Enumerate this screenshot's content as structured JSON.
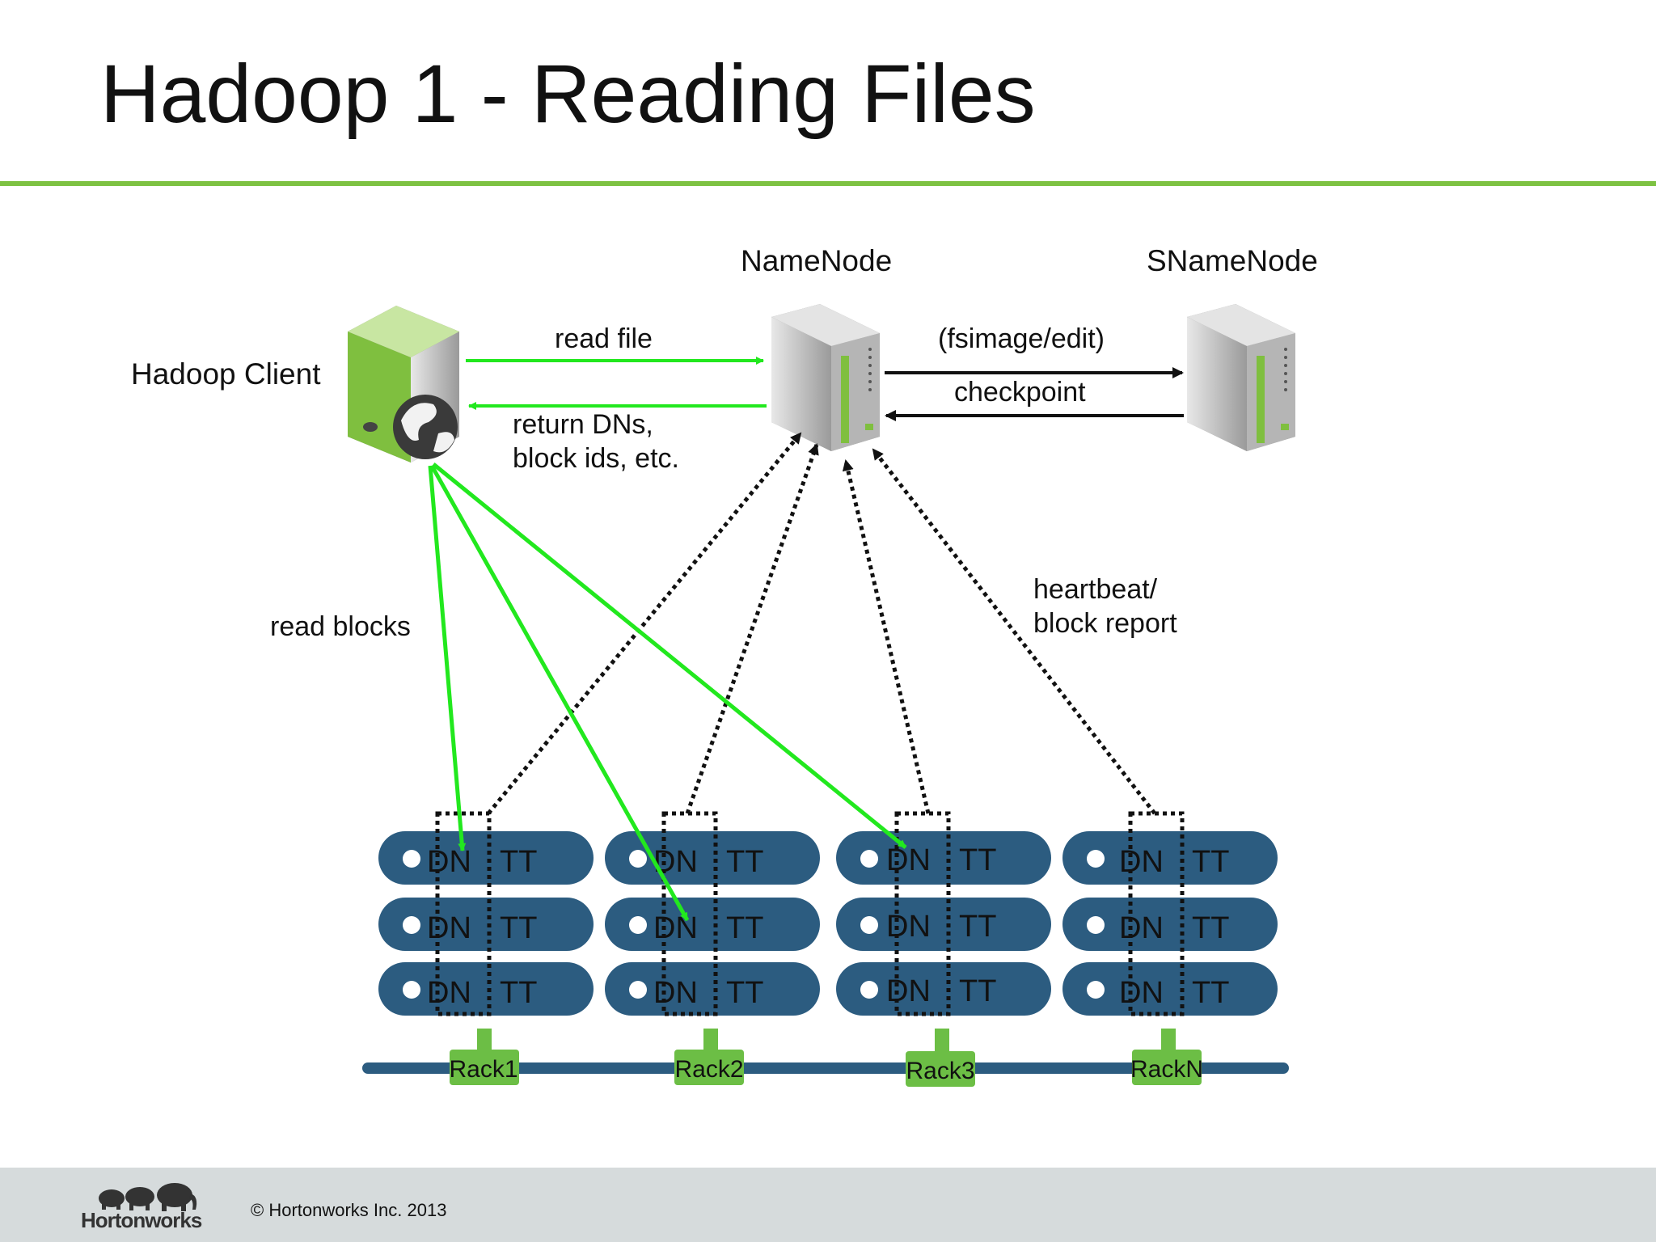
{
  "title": "Hadoop 1 - Reading Files",
  "nodes": {
    "namenode": "NameNode",
    "snamenode": "SNameNode",
    "client": "Hadoop Client"
  },
  "edges": {
    "read_file": "read file",
    "return_dns_1": "return DNs,",
    "return_dns_2": "block ids, etc.",
    "fsimage": "(fsimage/edit)",
    "checkpoint": "checkpoint",
    "read_blocks": "read blocks",
    "heartbeat_1": "heartbeat/",
    "heartbeat_2": "block report"
  },
  "racks": [
    {
      "name": "Rack1",
      "rows": [
        [
          "DN",
          "TT"
        ],
        [
          "DN",
          "TT"
        ],
        [
          "DN",
          "TT"
        ]
      ]
    },
    {
      "name": "Rack2",
      "rows": [
        [
          "DN",
          "TT"
        ],
        [
          "DN",
          "TT"
        ],
        [
          "DN",
          "TT"
        ]
      ]
    },
    {
      "name": "Rack3",
      "rows": [
        [
          "DN",
          "TT"
        ],
        [
          "DN",
          "TT"
        ],
        [
          "DN",
          "TT"
        ]
      ]
    },
    {
      "name": "RackN",
      "rows": [
        [
          "DN",
          "TT"
        ],
        [
          "DN",
          "TT"
        ],
        [
          "DN",
          "TT"
        ]
      ]
    }
  ],
  "footer": {
    "brand": "Hortonworks",
    "copyright": "© Hortonworks Inc. 2013"
  },
  "colors": {
    "accent_green": "#7dc242",
    "arrow_green": "#22e81e",
    "rack_blue": "#2c5c80",
    "rack_green": "#6cbe45"
  }
}
